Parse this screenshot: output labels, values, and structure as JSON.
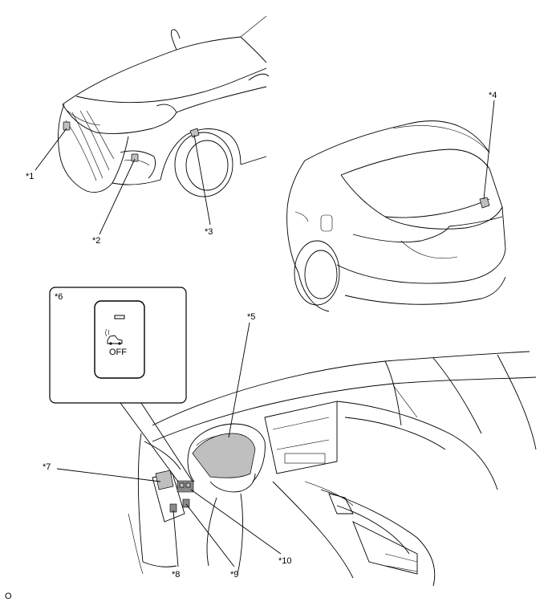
{
  "callouts": {
    "c1": "*1",
    "c2": "*2",
    "c3": "*3",
    "c4": "*4",
    "c5": "*5",
    "c6": "*6",
    "c7": "*7",
    "c8": "*8",
    "c9": "*9",
    "c10": "*10"
  },
  "switch_inset": {
    "button_text": "OFF"
  },
  "footer": {
    "code": "O"
  }
}
